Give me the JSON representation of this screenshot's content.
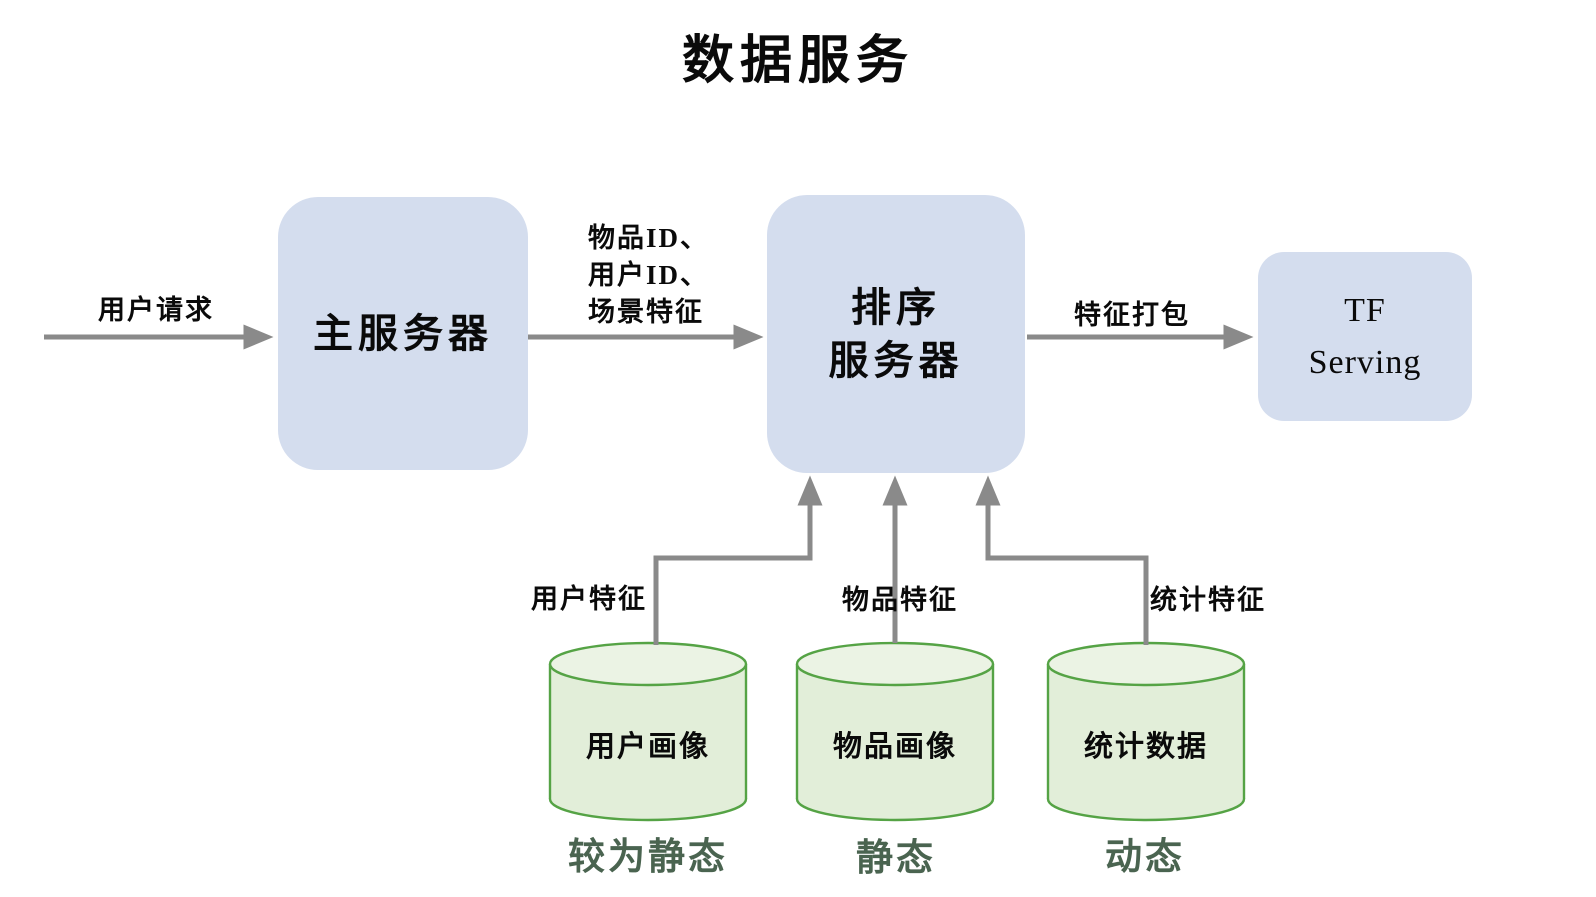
{
  "title": "数据服务",
  "nodes": {
    "main_server": {
      "label": "主服务器"
    },
    "rank_server": {
      "label_line1": "排序",
      "label_line2": "服务器"
    },
    "tf_serving": {
      "label_line1": "TF",
      "label_line2": "Serving"
    }
  },
  "edges": {
    "user_request": {
      "label": "用户请求"
    },
    "ids_features": {
      "lines": [
        "物品ID、",
        "用户ID、",
        "场景特征"
      ]
    },
    "feature_pack": {
      "label": "特征打包"
    },
    "user_features": {
      "label": "用户特征"
    },
    "item_features": {
      "label": "物品特征"
    },
    "stat_features": {
      "label": "统计特征"
    }
  },
  "datastores": [
    {
      "label": "用户画像",
      "caption": "较为静态"
    },
    {
      "label": "物品画像",
      "caption": "静态"
    },
    {
      "label": "统计数据",
      "caption": "动态"
    }
  ],
  "colors": {
    "node_fill": "#d4ddee",
    "cylinder_fill": "#e2eed9",
    "cylinder_top_fill": "#ebf3e4",
    "cylinder_stroke": "#55a345",
    "arrow": "#8a8a8a",
    "caption_text": "#4a6450",
    "text": "#0a0a0a",
    "background": "#ffffff"
  }
}
